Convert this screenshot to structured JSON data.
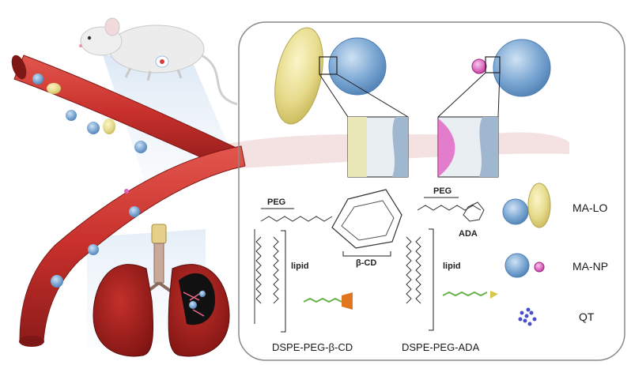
{
  "panel": {
    "legend": {
      "ma_lo": "MA-LO",
      "ma_np": "MA-NP",
      "qt": "QT"
    },
    "structures": {
      "cd_peg": "PEG",
      "cd_lipid": "lipid",
      "cd_ring": "β-CD",
      "cd_name": "DSPE-PEG-β-CD",
      "ada_peg": "PEG",
      "ada_lipid": "lipid",
      "ada_group": "ADA",
      "ada_name": "DSPE-PEG-ADA"
    }
  },
  "colors": {
    "vessel": "#c8302c",
    "vessel_dark": "#8e1c1a",
    "lung": "#a51f1c",
    "macrophage": "#6f9fcf",
    "liposome": "#e4d98a",
    "nanoparticle": "#e05fc0",
    "qt": "#4a4fc8",
    "panel_border": "#8a8a8a"
  }
}
